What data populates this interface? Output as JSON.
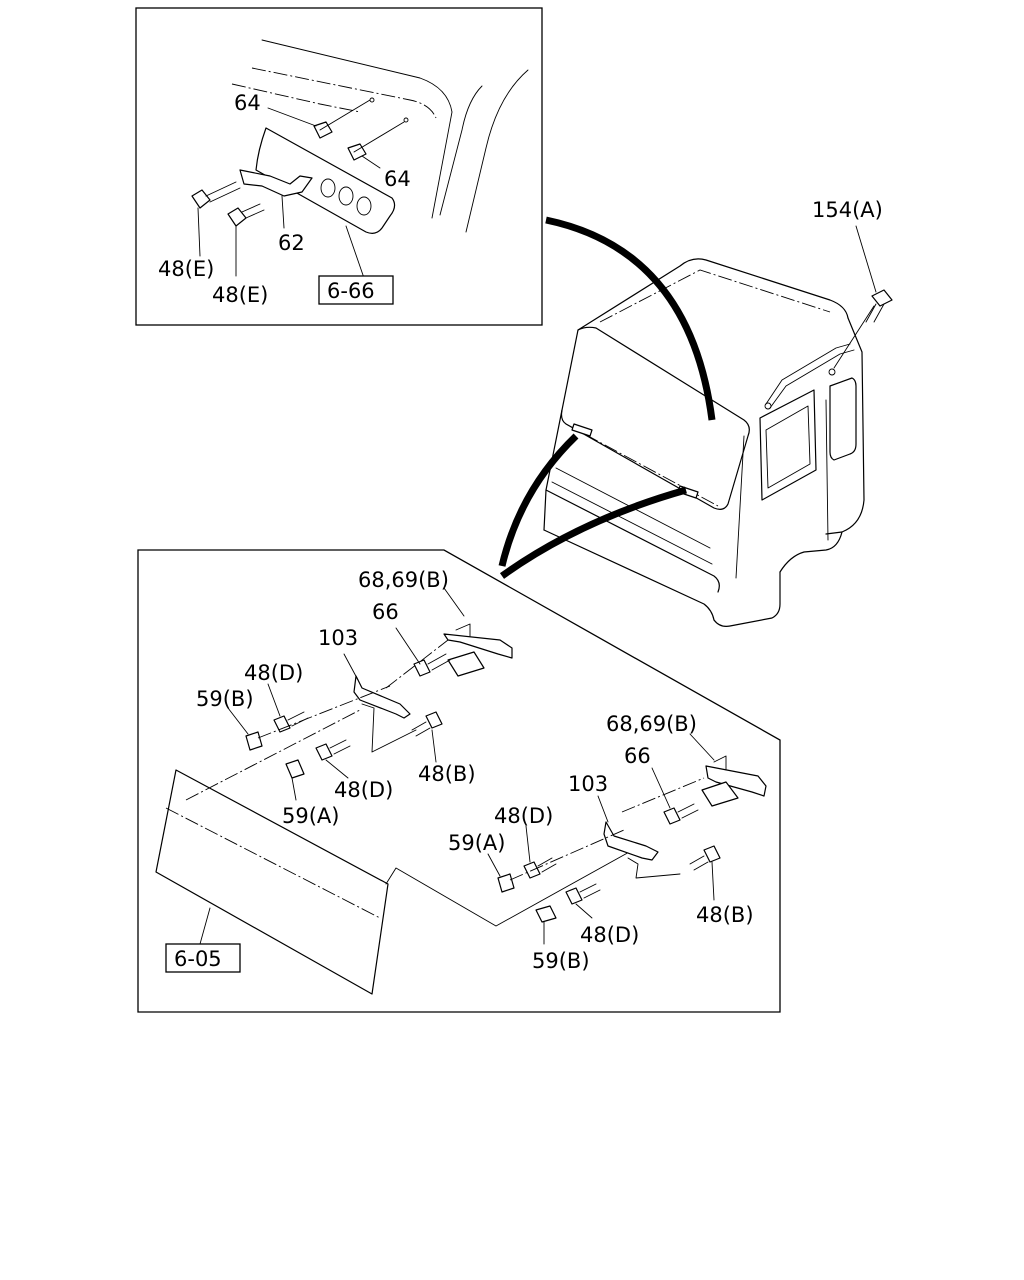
{
  "callouts": {
    "top_64_a": "64",
    "top_64_b": "64",
    "top_62": "62",
    "top_48e_a": "48(E)",
    "top_48e_b": "48(E)",
    "top_ref": "6-66",
    "cab_154a": "154(A)",
    "l_68_69b": "68,69(B)",
    "l_66": "66",
    "l_103": "103",
    "l_48d_a": "48(D)",
    "l_59b": "59(B)",
    "l_48b": "48(B)",
    "l_48d_b": "48(D)",
    "l_59a": "59(A)",
    "r_68_69b": "68,69(B)",
    "r_66": "66",
    "r_103": "103",
    "r_48d_a": "48(D)",
    "r_59a": "59(A)",
    "r_48b": "48(B)",
    "r_48d_b": "48(D)",
    "r_59b": "59(B)",
    "bottom_ref": "6-05"
  }
}
